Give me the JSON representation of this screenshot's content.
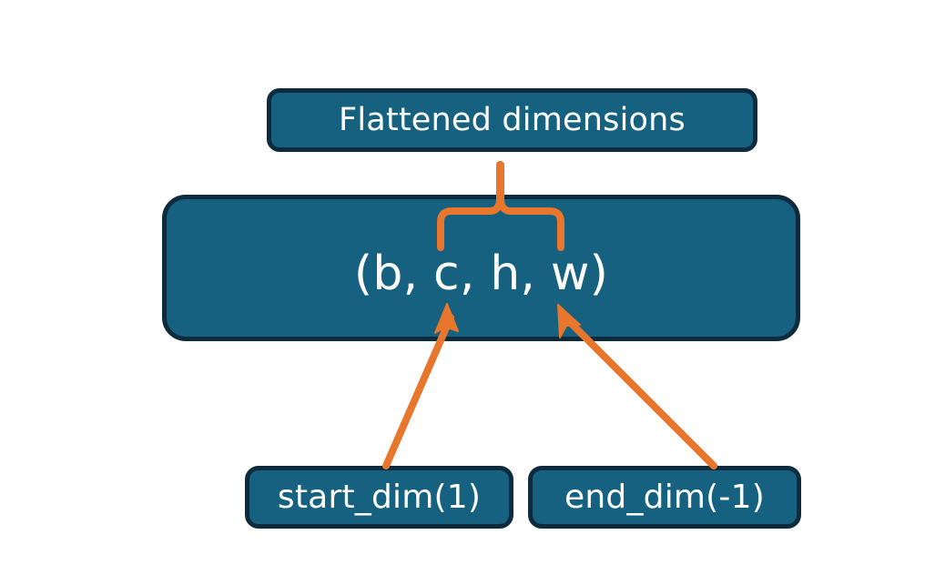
{
  "diagram": {
    "title": "Flatten dimensions diagram",
    "background_color": "#ffffff",
    "palette": {
      "node_fill": "#16617f",
      "node_border": "#0d2b3c",
      "node_text": "#ffffff",
      "connector": "#e8762c"
    },
    "nodes": {
      "flattened": {
        "label": "Flattened dimensions"
      },
      "shape": {
        "label": "(b, c, h, w)"
      },
      "start_dim": {
        "label": "start_dim(1)"
      },
      "end_dim": {
        "label": "end_dim(-1)"
      }
    },
    "connectors": {
      "brace": {
        "name": "curly-brace",
        "spans": "c, h, w",
        "points_to": "Flattened dimensions"
      },
      "start_arrow": {
        "name": "start-dim-arrow",
        "from": "start_dim(1)",
        "to": "c"
      },
      "end_arrow": {
        "name": "end-dim-arrow",
        "from": "end_dim(-1)",
        "to": "w"
      }
    }
  }
}
